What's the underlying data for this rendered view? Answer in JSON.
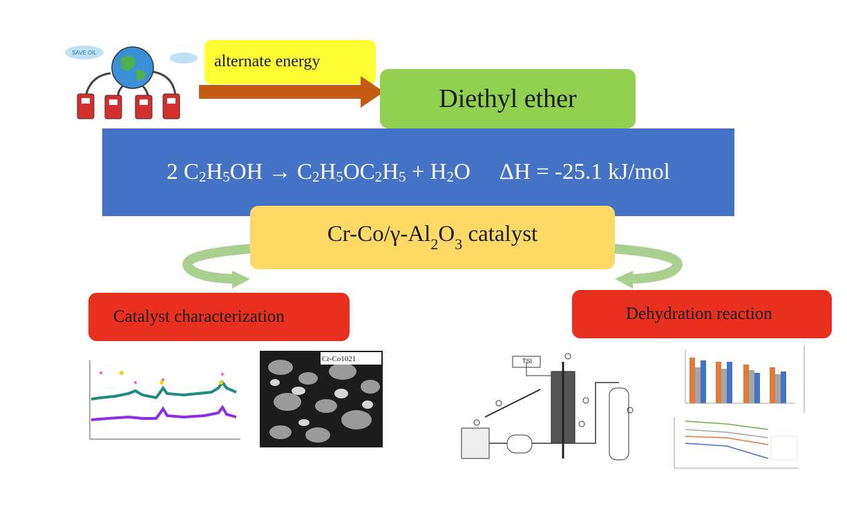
{
  "header": {
    "illustration_badge_left": "SAVE OIL",
    "alternate_energy_label": "alternate energy",
    "product_label": "Diethyl ether"
  },
  "reaction": {
    "lhs_coeff": "2 C",
    "lhs_formula_a": "2",
    "lhs_formula_b": "H",
    "lhs_formula_c": "5",
    "lhs_formula_d": "OH → C",
    "rhs_a": "2",
    "rhs_b": "H",
    "rhs_c": "5",
    "rhs_d": "OC",
    "rhs_e": "2",
    "rhs_f": "H",
    "rhs_g": "5",
    "rhs_h": " + H",
    "rhs_i": "2",
    "rhs_j": "O",
    "enthalpy": "ΔH = -25.1 kJ/mol"
  },
  "catalyst": {
    "prefix": "Cr-Co/γ-Al",
    "sub1": "2",
    "mid": "O",
    "sub2": "3",
    "suffix": " catalyst"
  },
  "sections": {
    "characterization": "Catalyst characterization",
    "dehydration": "Dehydration reaction"
  },
  "thumbnails": {
    "sem_label": "Cr-Co1021",
    "setup_tsi_label": "TSI"
  },
  "colors": {
    "yellow": "#ffff33",
    "green": "#92d050",
    "blue": "#4472c4",
    "gold": "#ffd966",
    "red": "#e8301e",
    "arrow": "#c55a11"
  }
}
